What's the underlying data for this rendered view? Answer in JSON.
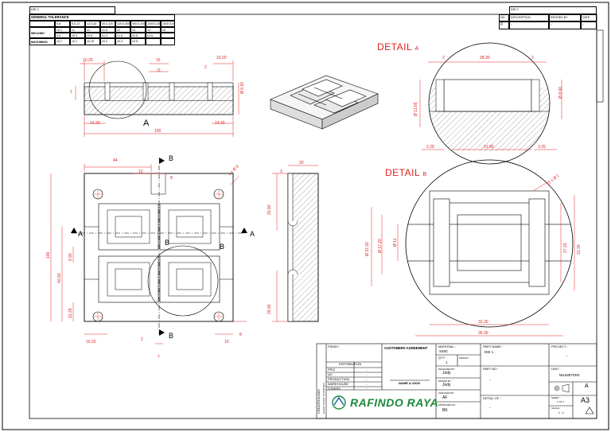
{
  "tolerance": {
    "header_left": "DIE 1",
    "title": "GENERAL TOLERANCE",
    "range_headers": [
      "0-6",
      "6.0-12",
      "12.0-30",
      "30.0-120",
      "120.0-400",
      "400.0-1000",
      "1000.0-2000",
      "2000.0-4000"
    ],
    "rows": [
      {
        "label": "WELDING",
        "values": [
          "±0.1",
          "±1",
          "±1",
          "±1.5",
          "±2",
          "±3",
          "±4",
          "±6"
        ]
      },
      {
        "label": "",
        "values": [
          "0.4",
          "±0.5",
          "±0.8",
          "±1.3",
          "±1.8",
          "±2.5",
          "±3.5",
          ""
        ]
      },
      {
        "label": "MACHINING",
        "values": [
          "±0.1",
          "±0.1",
          "±0.15",
          "±0.2",
          "±0.3",
          "±0.5",
          "",
          ""
        ]
      }
    ]
  },
  "revision": {
    "header_right": "DIE 1",
    "cols": [
      "NO",
      "DESCRIPTION",
      "REVISED BY",
      "DATE"
    ],
    "row": [
      "0",
      "-",
      "-",
      "-"
    ]
  },
  "dims": {
    "top_1020_left": "10.20",
    "top_15": "15",
    "top_11": "11",
    "top_2": "2",
    "top_1020_right": "10.20",
    "top_1": "1",
    "top_65": "Ø 6.50",
    "top_1420_left": "14.20",
    "top_1420_right": "14.20",
    "top_100": "100",
    "label_A": "A",
    "front_44": "44",
    "front_12": "12",
    "front_8": "8",
    "front_B_top": "B",
    "front_holes": "4 x Ø 6",
    "front_A_left": "A",
    "front_A_right": "A",
    "front_B_mid": "B",
    "front_B_mid2": "B",
    "front_100": "100",
    "front_690": "6.90",
    "front_4060": "40.60",
    "front_1025": "10.25",
    "front_1020": "10.20",
    "front_2": "2",
    "front_7": "7",
    "front_B_bot": "B",
    "front_10": "10",
    "front_8b": "8",
    "side_20": "20",
    "side_3": "3",
    "side_2090_top": "20.90",
    "side_2090_bot": "20.90",
    "da_2_left": "2",
    "da_2830": "28.30",
    "da_2_right": "2",
    "da_1165": "Ø 11.65",
    "da_866": "Ø 8.66",
    "da_225": "2.25",
    "da_2180": "21.80",
    "da_325": "3.25",
    "db_12x01": "12 x Ø 1",
    "db_2220": "Ø 22.20",
    "db_1720": "Ø 17.20",
    "db_11": "Ø 11",
    "db_2720": "27.20",
    "db_3130": "31.30",
    "db_3230": "32.30",
    "db_3630": "36.30"
  },
  "details": {
    "a_title": "DETAIL",
    "a_letter": "A",
    "b_title": "DETAIL",
    "b_letter": "B"
  },
  "title_block": {
    "finish_label": "FINISH :",
    "side_text": "CREATED/USED",
    "side_text2": "PLANT: PLANT: 33 PUB DET.",
    "distribution": "DISTRIBUTION",
    "dist_rows": [
      "PPIC",
      "QC",
      "PRODUCTION",
      "WAREHOUSE",
      "OTHERS"
    ],
    "dist_vals": [
      "-",
      "-",
      "-",
      "-",
      "-"
    ],
    "customers_agreement": "CUSTOMERS AGREEMENT",
    "name_sign": "NAME & SIGN",
    "material_label": "MATERIAL :",
    "material_value": "S45C",
    "qty_label": "QTY :",
    "qty_value": "1",
    "weight_label": "WEIGHT :",
    "designed_label": "DESIGNED BY :",
    "designed_value": "Jody",
    "drawn_label": "DRAWN BY :",
    "drawn_value": "Jody",
    "checked_label": "CHECKED BY :",
    "checked_value": "AF",
    "approved_label": "APPROVED BY :",
    "approved_value": "BK",
    "part_name_label": "PART NAME :",
    "part_name_value": "DIE 1",
    "part_no_label": "PART NO :",
    "part_no_value": "-",
    "detail_of_label": "DETAIL OF :",
    "detail_of_value": "-",
    "project_label": "PROJECT :",
    "project_value": "-",
    "unit_label": "UNIT :",
    "unit_value": "MILIMETERS",
    "sheet_label": "SHEET :",
    "sheet_value": "1 OF 1",
    "scale_label": "SCALE :",
    "scale_value": "1 : 1",
    "rev_letter": "A",
    "size": "A3",
    "company": "RAFINDO RAYA"
  }
}
